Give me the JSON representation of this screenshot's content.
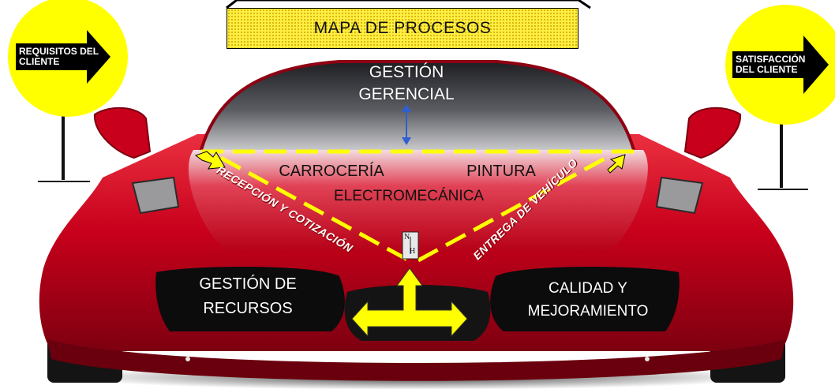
{
  "title": "MAPA DE PROCESOS",
  "signs": {
    "left": "REQUISITOS DEL CLIENTE",
    "right": "SATISFACCIÓN DEL CLIENTE"
  },
  "processes": {
    "management_line1": "GESTIÓN",
    "management_line2": "GERENCIAL",
    "bodywork": "CARROCERÍA",
    "paint": "PINTURA",
    "electromechanics": "ELECTROMECÁNICA",
    "reception": "RECEPCIÓN Y COTIZACIÓN",
    "delivery": "ENTREGA DE VEHÍCULO",
    "resources_line1": "GESTIÓN DE",
    "resources_line2": "RECURSOS",
    "quality_line1": "CALIDAD Y",
    "quality_line2": "MEJORAMIENTO"
  },
  "badge_letters": {
    "top": "N",
    "bottom": "H"
  },
  "colors": {
    "car_red": "#c8001b",
    "sign_yellow": "#ffff00",
    "arrow_yellow": "#ffff00",
    "double_arrow_blue": "#2f5fd0"
  }
}
